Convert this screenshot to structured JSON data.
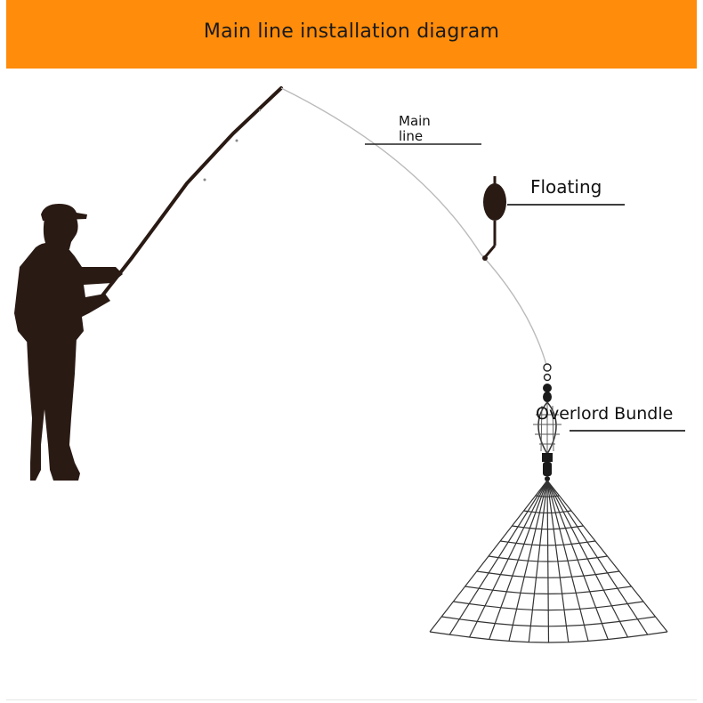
{
  "banner": {
    "title": "Main line installation diagram"
  },
  "labels": {
    "main_line_1": "Main",
    "main_line_2": "line",
    "floating": "Floating",
    "overlord_bundle": "Overlord Bundle"
  },
  "colors": {
    "banner": "#ff8c0a",
    "silhouette": "#2a1a14",
    "line": "#222222"
  }
}
